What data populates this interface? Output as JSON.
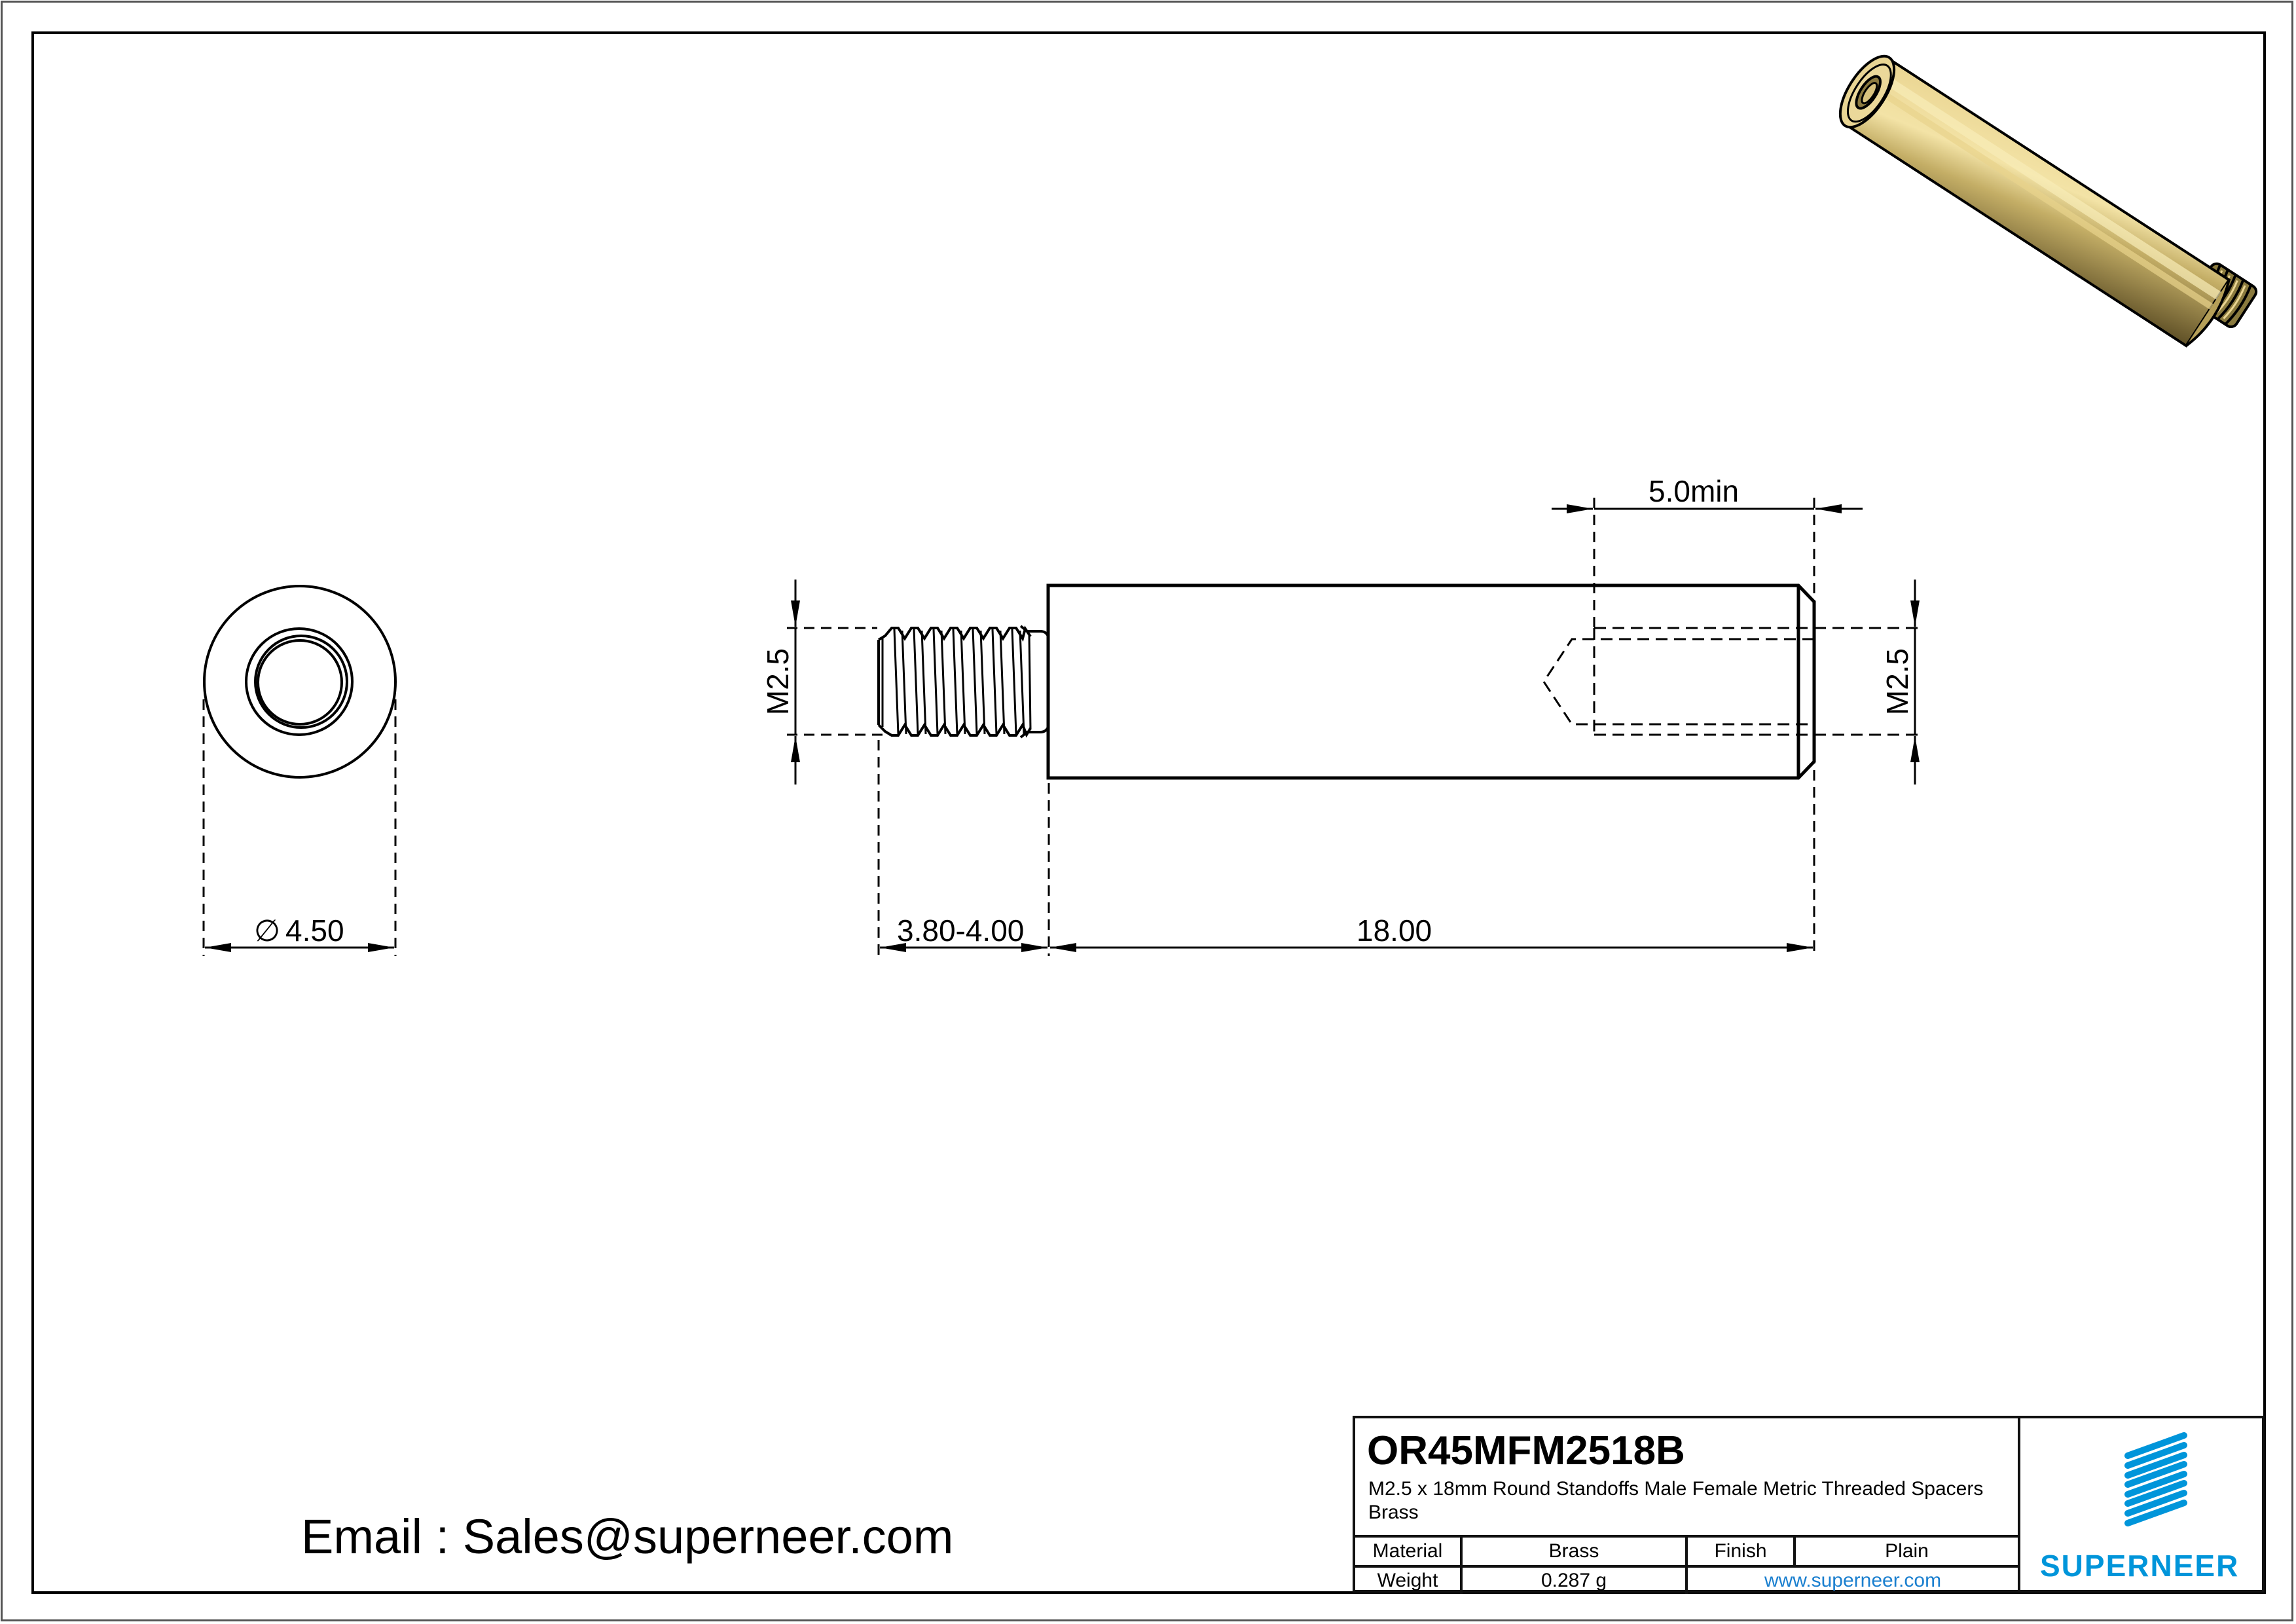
{
  "drawing": {
    "part_number": "OR45MFM2518B",
    "description": "M2.5 x 18mm Round Standoffs Male Female Metric Threaded Spacers Brass",
    "email_text": "Email : Sales@superneer.com"
  },
  "title_block": {
    "material_label": "Material",
    "material_value": "Brass",
    "finish_label": "Finish",
    "finish_value": "Plain",
    "weight_label": "Weight",
    "weight_value": "0.287 g",
    "website": "www.superneer.com",
    "logo_text": "SUPERNEER",
    "logo_icon": "diagonal-stripes-logo-icon",
    "logo_color": "#0095DA",
    "link_color": "#1a7fcf"
  },
  "dimensions": {
    "end_view_diameter": "4.50",
    "diameter_symbol": "∅",
    "male_thread": "M2.5",
    "female_thread": "M2.5",
    "female_thread_depth": "5.0min",
    "male_thread_length": "3.80-4.00",
    "body_length": "18.00"
  },
  "views": {
    "end_view": "circular-end-view",
    "side_view": "side-elevation-view",
    "iso_view": "isometric-brass-render",
    "brass_light": "#EAD592",
    "brass_mid": "#C4AE66",
    "brass_dark": "#6E5E30"
  }
}
